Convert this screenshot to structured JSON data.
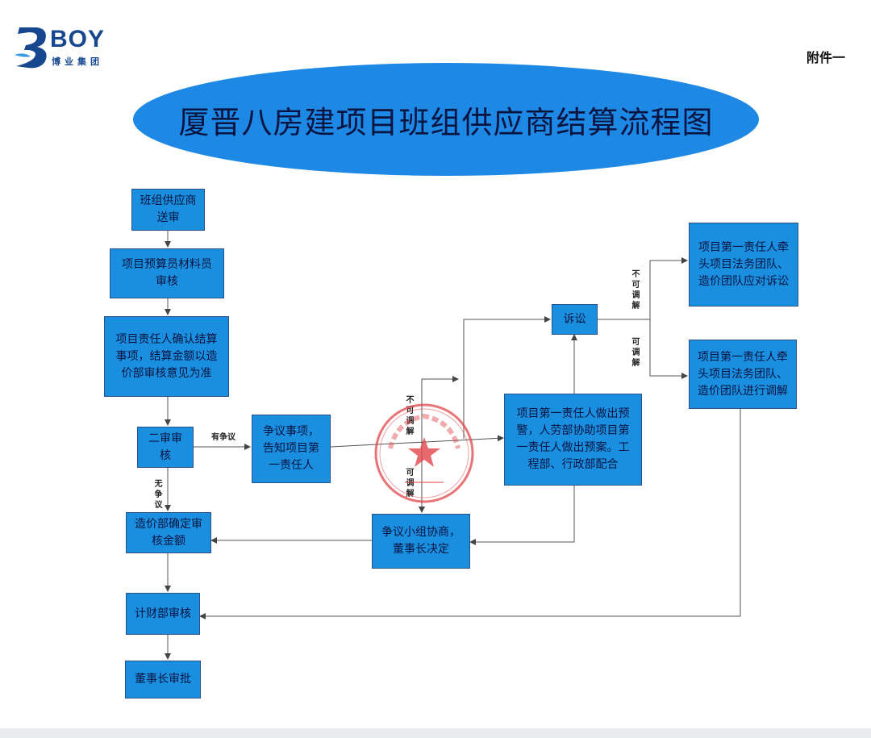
{
  "logo": {
    "mark": "B",
    "name": "BOY",
    "subtitle": "博业集团"
  },
  "attachment": "附件一",
  "title": "厦晋八房建项目班组供应商结算流程图",
  "boxes": {
    "submit": "班组供应商送审",
    "budget_review": "项目预算员材料员审核",
    "confirm": "项目责任人确认结算事项，结算金额以造价部审核意见为准",
    "second_review": "二审审核",
    "dispute_items": "争议事项，告知项目第一责任人",
    "warning": "项目第一责任人做出预警，人劳部协助项目第一责任人做出预案。工程部、行政部配合",
    "lawsuit": "诉讼",
    "legal_defense": "项目第一责任人牵头项目法务团队、造价团队应对诉讼",
    "legal_mediation": "项目第一责任人牵头项目法务团队、造价团队进行调解",
    "cost_confirm": "造价部确定审核金额",
    "group_negotiate": "争议小组协商，董事长决定",
    "finance_review": "计财部审核",
    "chairman_approve": "董事长审批"
  },
  "labels": {
    "disputed": "有争议",
    "undisputed": "无争议",
    "not_mediable": "不可调解",
    "mediable": "可调解"
  },
  "colors": {
    "box": "#1a8fe0",
    "title_ellipse": "#1e88e5",
    "seal": "#e0454a"
  }
}
